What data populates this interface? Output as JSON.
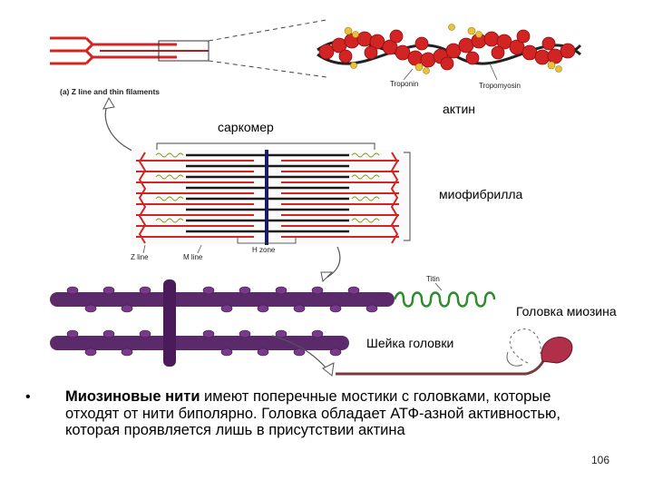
{
  "figure": {
    "panel_a_caption": "(a) Z line and thin filaments",
    "troponin": "Troponin",
    "tropomyosin": "Tropomyosin",
    "z_line": "Z line",
    "m_line": "M line",
    "h_zone": "H zone",
    "titin": "Titin"
  },
  "labels": {
    "actin": "актин",
    "sarcomere": "саркомер",
    "myofibril": "миофибрилла",
    "myosin_head": "Головка миозина",
    "head_neck": "Шейка головки"
  },
  "bullet": {
    "marker": "•",
    "bold": "Миозиновые нити",
    "text": " имеют поперечные мостики с головками, которые отходят от нити биполярно. Головка обладает АТФ-азной активностью, которая проявляется лишь в присутствии актина"
  },
  "page_number": "106",
  "colors": {
    "actin": "#d32424",
    "tropomyosin": "#222222",
    "troponin": "#e8c23a",
    "myosin": "#5a2a6a",
    "titin": "#2e8b2e"
  }
}
